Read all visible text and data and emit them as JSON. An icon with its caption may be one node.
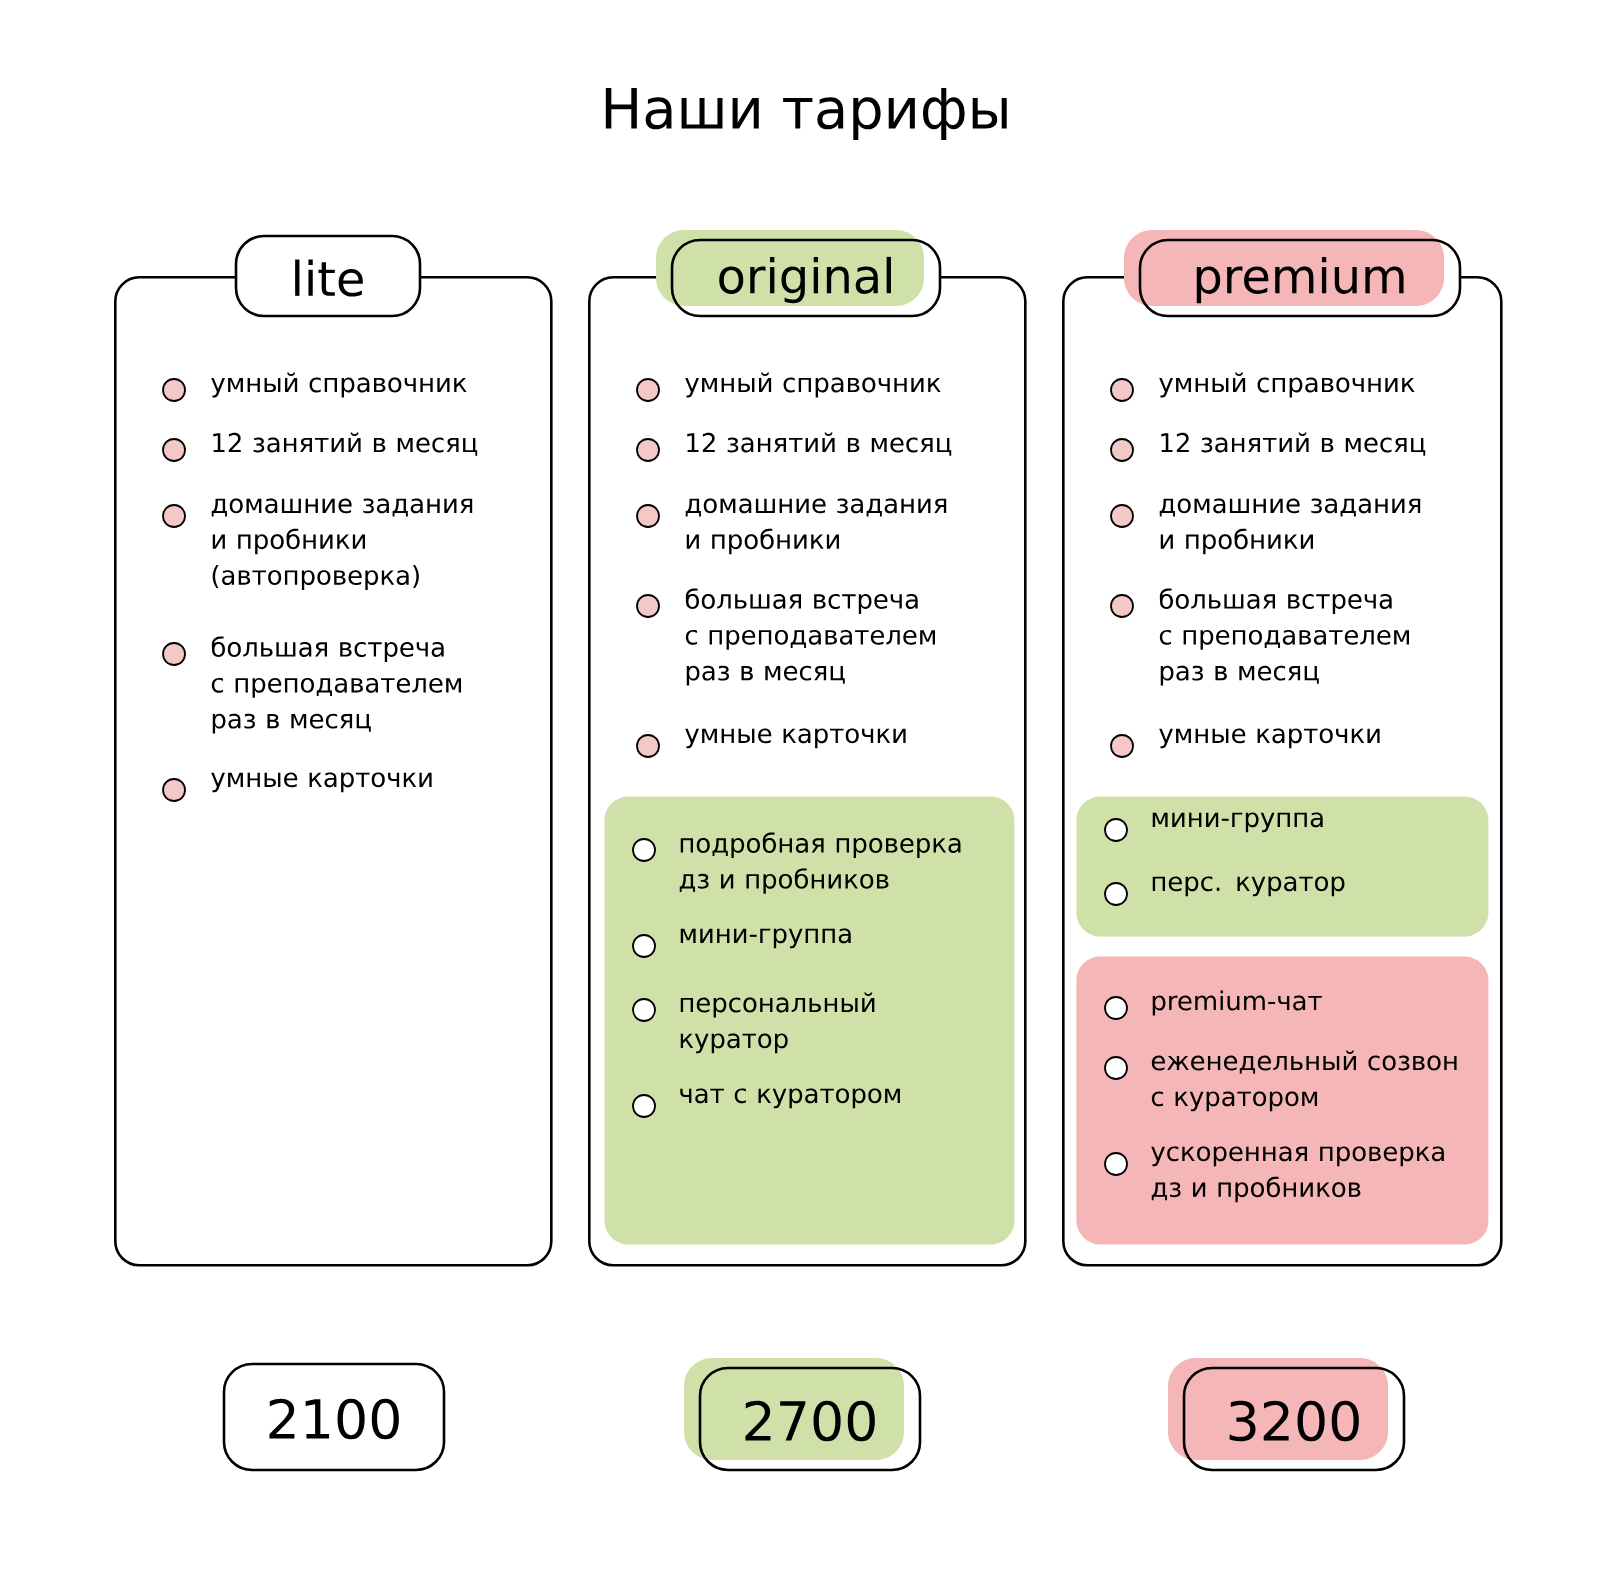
{
  "diagram": {
    "title": "Наши тарифы",
    "nodes": [
      {
        "text": [
          "lite",
          "умный справочник",
          "12 занятий в месяц",
          "домашние задания и пробники (автопроверка)",
          "большая встреча с преподавателем раз в месяц",
          "умные карточки"
        ]
      },
      {
        "text": [
          "original",
          "умный справочник",
          "12 занятий в месяц",
          "домашние задания и пробники",
          "большая встреча с преподавателем раз в месяц",
          "умные карточки"
        ]
      },
      {
        "text": [
          "подробная проверка дз и пробников",
          "мини-группа",
          "персональный куратор",
          "чат с куратором"
        ],
        "in": 1
      },
      {
        "text": [
          "premium",
          "умный справочник",
          "12 занятий в месяц",
          "домашние задания и пробники",
          "большая встреча с преподавателем раз в месяц",
          "умные карточки"
        ]
      },
      {
        "text": [
          "мини-группа",
          "перс. куратор"
        ],
        "in": 3
      },
      {
        "text": [
          "premium-чат",
          "еженедельный созвон с куратором",
          "ускоренная проверка дз и пробников"
        ],
        "in": 3
      },
      {
        "text": [
          "2100"
        ]
      },
      {
        "text": [
          "2700"
        ]
      },
      {
        "text": [
          "3200"
        ]
      }
    ],
    "edges": []
  }
}
